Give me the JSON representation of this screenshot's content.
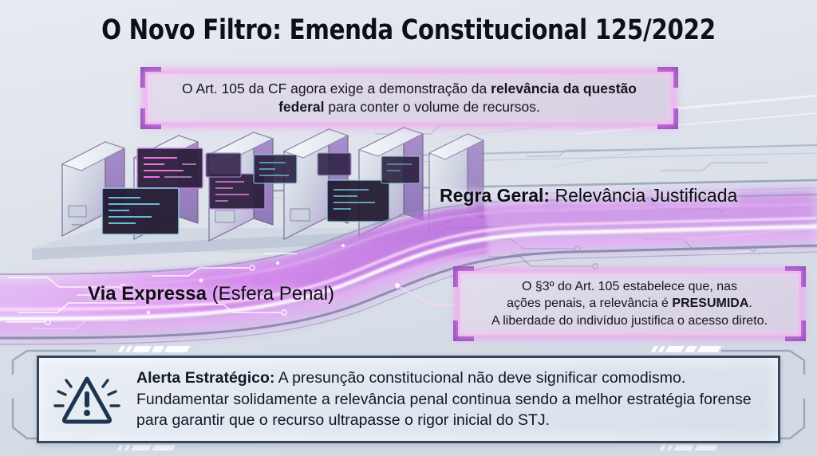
{
  "title": "O Novo Filtro: Emenda Constitucional 125/2022",
  "colors": {
    "background": "#dfe4ec",
    "title_text": "#0d1117",
    "bracket_purple": "#8c4fb8",
    "neon_pink": "#f2b8ef",
    "neon_glow": "#ec8ceb",
    "highway_magenta": "#c85ee0",
    "alert_border": "#32475e",
    "alert_text": "#101826",
    "server_lavender": "#b49ad6"
  },
  "callout_top": {
    "name": "callout-art-105",
    "segments": [
      {
        "text": "O Art. 105 da CF agora exige a demonstração da ",
        "bold": false
      },
      {
        "text": "relevância da questão federal",
        "bold": true
      },
      {
        "text": " para conter o volume de recursos.",
        "bold": false
      }
    ],
    "plain": "O Art. 105 da CF agora exige a demonstração da relevância da questão federal para conter o volume de recursos."
  },
  "callout_penal": {
    "name": "callout-paragrafo-3",
    "lines": [
      "O §3º do Art. 105 estabelece que, nas",
      "ações penais, a relevância é PRESUMIDA.",
      "A liberdade do indivíduo justifica o acesso direto."
    ],
    "bold_term": "PRESUMIDA",
    "plain": "O §3º do Art. 105 estabelece que, nas ações penais, a relevância é PRESUMIDA. A liberdade do indivíduo justifica o acesso direto."
  },
  "label_regra_geral": {
    "bold": "Regra Geral:",
    "rest": " Relevância Justificada"
  },
  "label_via_expressa": {
    "bold": "Via Expressa",
    "rest": " (Esfera Penal)"
  },
  "alert": {
    "icon": "warning-triangle-icon",
    "heading": "Alerta Estratégico:",
    "body": " A presunção constitucional não deve significar comodismo. Fundamentar solidamente a relevância penal continua sendo a melhor estratégia forense para garantir que o recurso ultrapasse o rigor inicial do STJ.",
    "lines": [
      "Alerta Estratégico: A presunção constitucional não deve significar comodismo.",
      "Fundamentar solidamente a relevância penal continua sendo a melhor",
      "estratégia forense para garantir que o recurso ultrapasse o rigor inicial do STJ."
    ]
  },
  "illustration": {
    "description": "isometric server racks with glowing screens above a magenta express lane",
    "server_count": 6,
    "lane_label_left": "Via Expressa",
    "lane_label_right": "Regra Geral"
  }
}
